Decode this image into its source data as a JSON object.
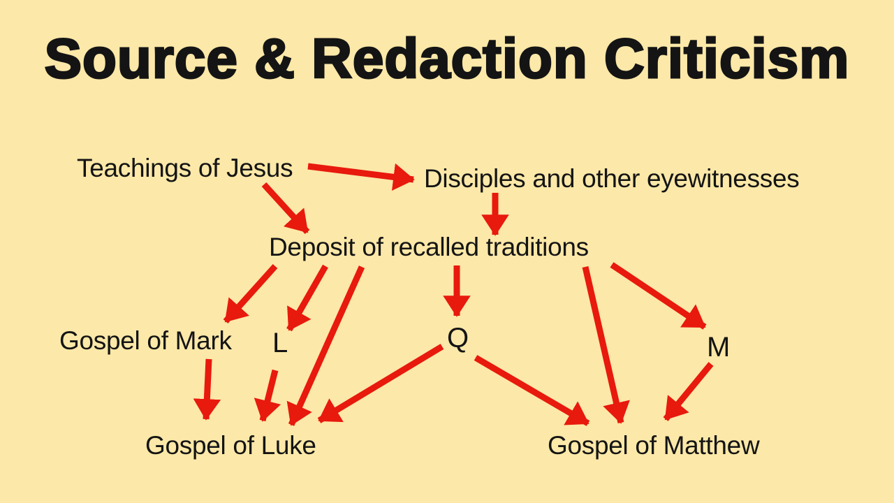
{
  "title": "Source & Redaction Criticism",
  "colors": {
    "background": "#FCE8A8",
    "arrow": "#E8190D",
    "text": "#141414"
  },
  "nodes": {
    "teachings": {
      "label": "Teachings of Jesus"
    },
    "disciples": {
      "label": "Disciples and other eyewitnesses"
    },
    "deposit": {
      "label": "Deposit of recalled traditions"
    },
    "gospel_of_mark": {
      "label": "Gospel of Mark"
    },
    "l_source": {
      "label": "L"
    },
    "q_source": {
      "label": "Q"
    },
    "m_source": {
      "label": "M"
    },
    "gospel_of_luke": {
      "label": "Gospel of Luke"
    },
    "gospel_of_matthew": {
      "label": "Gospel of Matthew"
    }
  },
  "edges": [
    {
      "from": "teachings",
      "to": "disciples"
    },
    {
      "from": "teachings",
      "to": "deposit"
    },
    {
      "from": "disciples",
      "to": "deposit"
    },
    {
      "from": "deposit",
      "to": "gospel_of_mark"
    },
    {
      "from": "deposit",
      "to": "l_source"
    },
    {
      "from": "deposit",
      "to": "q_source"
    },
    {
      "from": "deposit",
      "to": "m_source"
    },
    {
      "from": "deposit",
      "to": "gospel_of_luke"
    },
    {
      "from": "deposit",
      "to": "gospel_of_matthew"
    },
    {
      "from": "gospel_of_mark",
      "to": "gospel_of_luke"
    },
    {
      "from": "l_source",
      "to": "gospel_of_luke"
    },
    {
      "from": "q_source",
      "to": "gospel_of_luke"
    },
    {
      "from": "q_source",
      "to": "gospel_of_matthew"
    },
    {
      "from": "m_source",
      "to": "gospel_of_matthew"
    }
  ]
}
